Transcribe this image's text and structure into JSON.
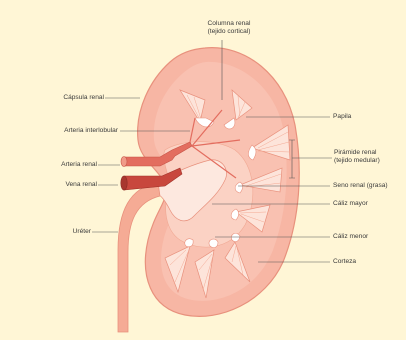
{
  "labels": {
    "columna_renal_1": "Columna renal",
    "columna_renal_2": "(tejido cortical)",
    "capsula_renal": "Cápsula renal",
    "arteria_interlobular": "Arteria interlobular",
    "arteria_renal": "Arteria renal",
    "vena_renal": "Vena renal",
    "ureter": "Uréter",
    "papila": "Papila",
    "piramide_renal_1": "Pirámide renal",
    "piramide_renal_2": "(tejido medular)",
    "seno_renal": "Seno renal (grasa)",
    "caliz_mayor": "Cáliz mayor",
    "caliz_menor": "Cáliz menor",
    "corteza": "Corteza"
  },
  "colors": {
    "background": "#fff6d6",
    "cortex": "#f7b6a4",
    "capsule_edge": "#e8917d",
    "medulla": "#fde4da",
    "pyramid_stripe": "#f3a892",
    "artery": "#e36d5f",
    "vein": "#c8473d",
    "leader_line": "#555555"
  }
}
